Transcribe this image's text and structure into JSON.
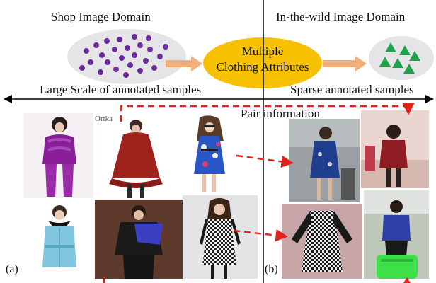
{
  "labels": {
    "shop_domain": "Shop Image Domain",
    "wild_domain": "In-the-wild Image Domain",
    "attributes_line1": "Multiple",
    "attributes_line2": "Clothing Attributes",
    "large_scale": "Large Scale of annotated samples",
    "sparse": "Sparse annotated samples",
    "pair_info": "Pair information",
    "panel_a": "(a)",
    "panel_b": "(b)",
    "watermark": "Ortka"
  },
  "icons": {
    "shop_cluster": "purple-dot-cluster-icon",
    "wild_cluster": "green-triangle-cluster-icon",
    "flow_arrow": "arrow-right-icon"
  },
  "colors": {
    "dots": "#6a2a9e",
    "ellipse_gray": "#e5e5e8",
    "attr_ellipse": "#f6c100",
    "flow_arrow": "#f1b07a",
    "triangles": "#1da34a",
    "dash_red": "#e2231a"
  }
}
